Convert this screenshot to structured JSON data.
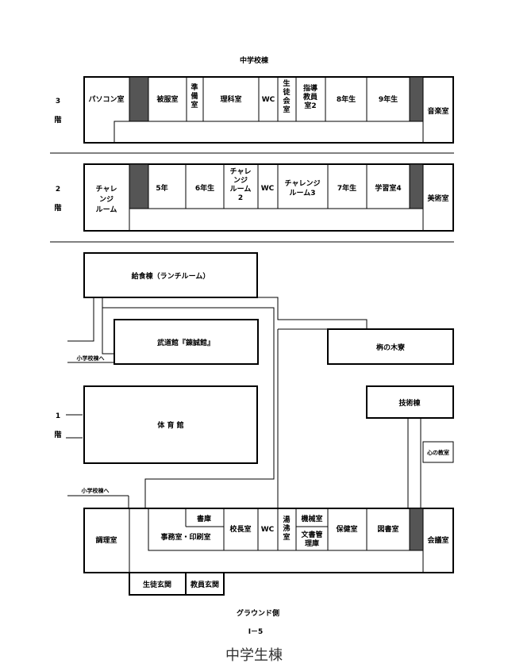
{
  "title": "中学校棟",
  "floors": {
    "f3": {
      "num": "3",
      "kai": "階",
      "rooms": [
        "パソコン室",
        "被服室",
        "準備室",
        "理科室",
        "WC",
        "生徒会室",
        "指導教員室2",
        "8年生",
        "9年生",
        "音楽室"
      ]
    },
    "f2": {
      "num": "2",
      "kai": "階",
      "rooms": [
        "チャレンジルーム",
        "5年",
        "6年生",
        "チャレンジルーム2",
        "WC",
        "チャレンジルーム3",
        "7年生",
        "学習室4",
        "美術室"
      ]
    },
    "f1": {
      "num": "1",
      "kai": "階",
      "rooms": [
        "給食棟（ランチルーム）",
        "武道館『錬誠館』",
        "栴の木寮",
        "体 育 館",
        "技術棟",
        "心の教室",
        "書庫",
        "事務室・印刷室",
        "校長室",
        "WC",
        "湯沸室",
        "機械室",
        "文書管理庫",
        "保健室",
        "図書室",
        "調理室",
        "会議室",
        "生徒玄関",
        "教員玄関"
      ],
      "to_elementary_1": "小学校棟へ",
      "to_elementary_2": "小学校棟へ"
    }
  },
  "ground_side": "グラウンド側",
  "page_number": "Ⅰ－5",
  "footer_title": "中学生棟"
}
